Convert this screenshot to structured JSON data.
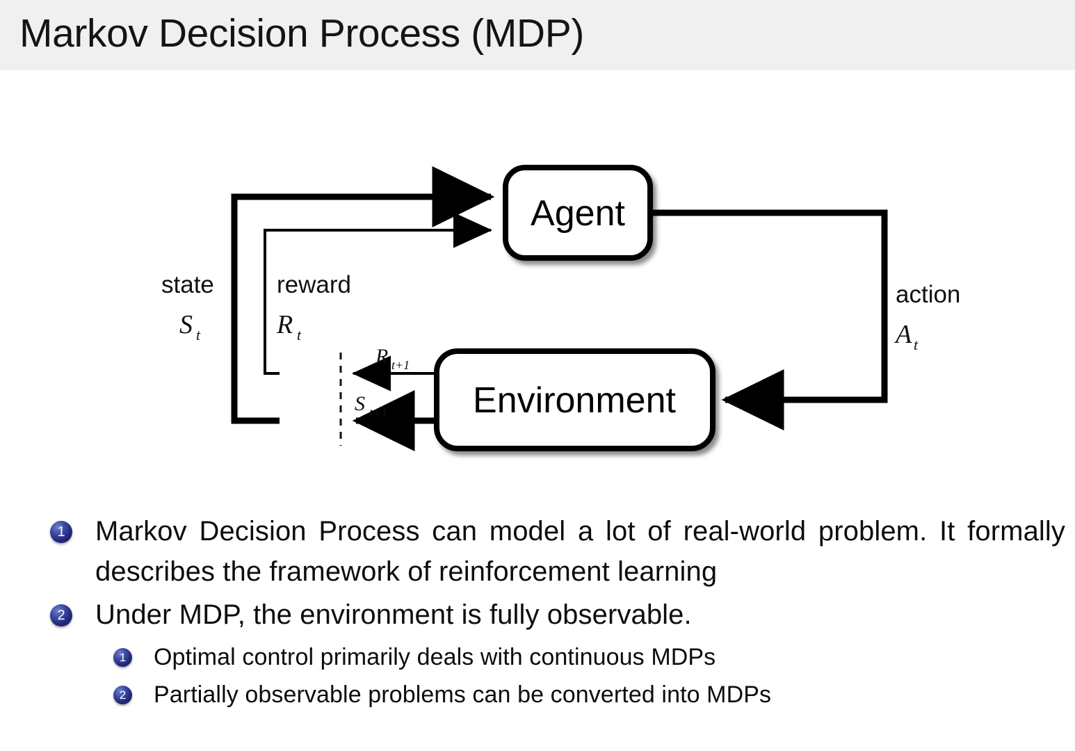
{
  "slide": {
    "title": "Markov Decision Process (MDP)",
    "header_bg": "#f0f0f0",
    "text_color": "#0d0d0d",
    "bullet_color": "#23297a"
  },
  "diagram": {
    "name": "agent-environment-interaction-loop",
    "boxes": [
      {
        "id": "agent",
        "label": "Agent"
      },
      {
        "id": "environment",
        "label": "Environment"
      }
    ],
    "labels": {
      "state_word": "state",
      "state_symbol": "S",
      "state_subscript": "t",
      "reward_word": "reward",
      "reward_symbol": "R",
      "reward_subscript": "t",
      "action_word": "action",
      "action_symbol": "A",
      "action_subscript": "t",
      "next_reward_symbol": "R",
      "next_reward_subscript": "t+1",
      "next_state_symbol": "S",
      "next_state_subscript": "t+1"
    }
  },
  "bullets": [
    {
      "marker": "1",
      "text": "Markov Decision Process can model a lot of real-world problem. It formally describes the framework of reinforcement learning",
      "children": []
    },
    {
      "marker": "2",
      "text": "Under MDP, the environment is fully observable.",
      "children": [
        {
          "marker": "1",
          "text": "Optimal control primarily deals with continuous MDPs"
        },
        {
          "marker": "2",
          "text": "Partially observable problems can be converted into MDPs"
        }
      ]
    }
  ]
}
